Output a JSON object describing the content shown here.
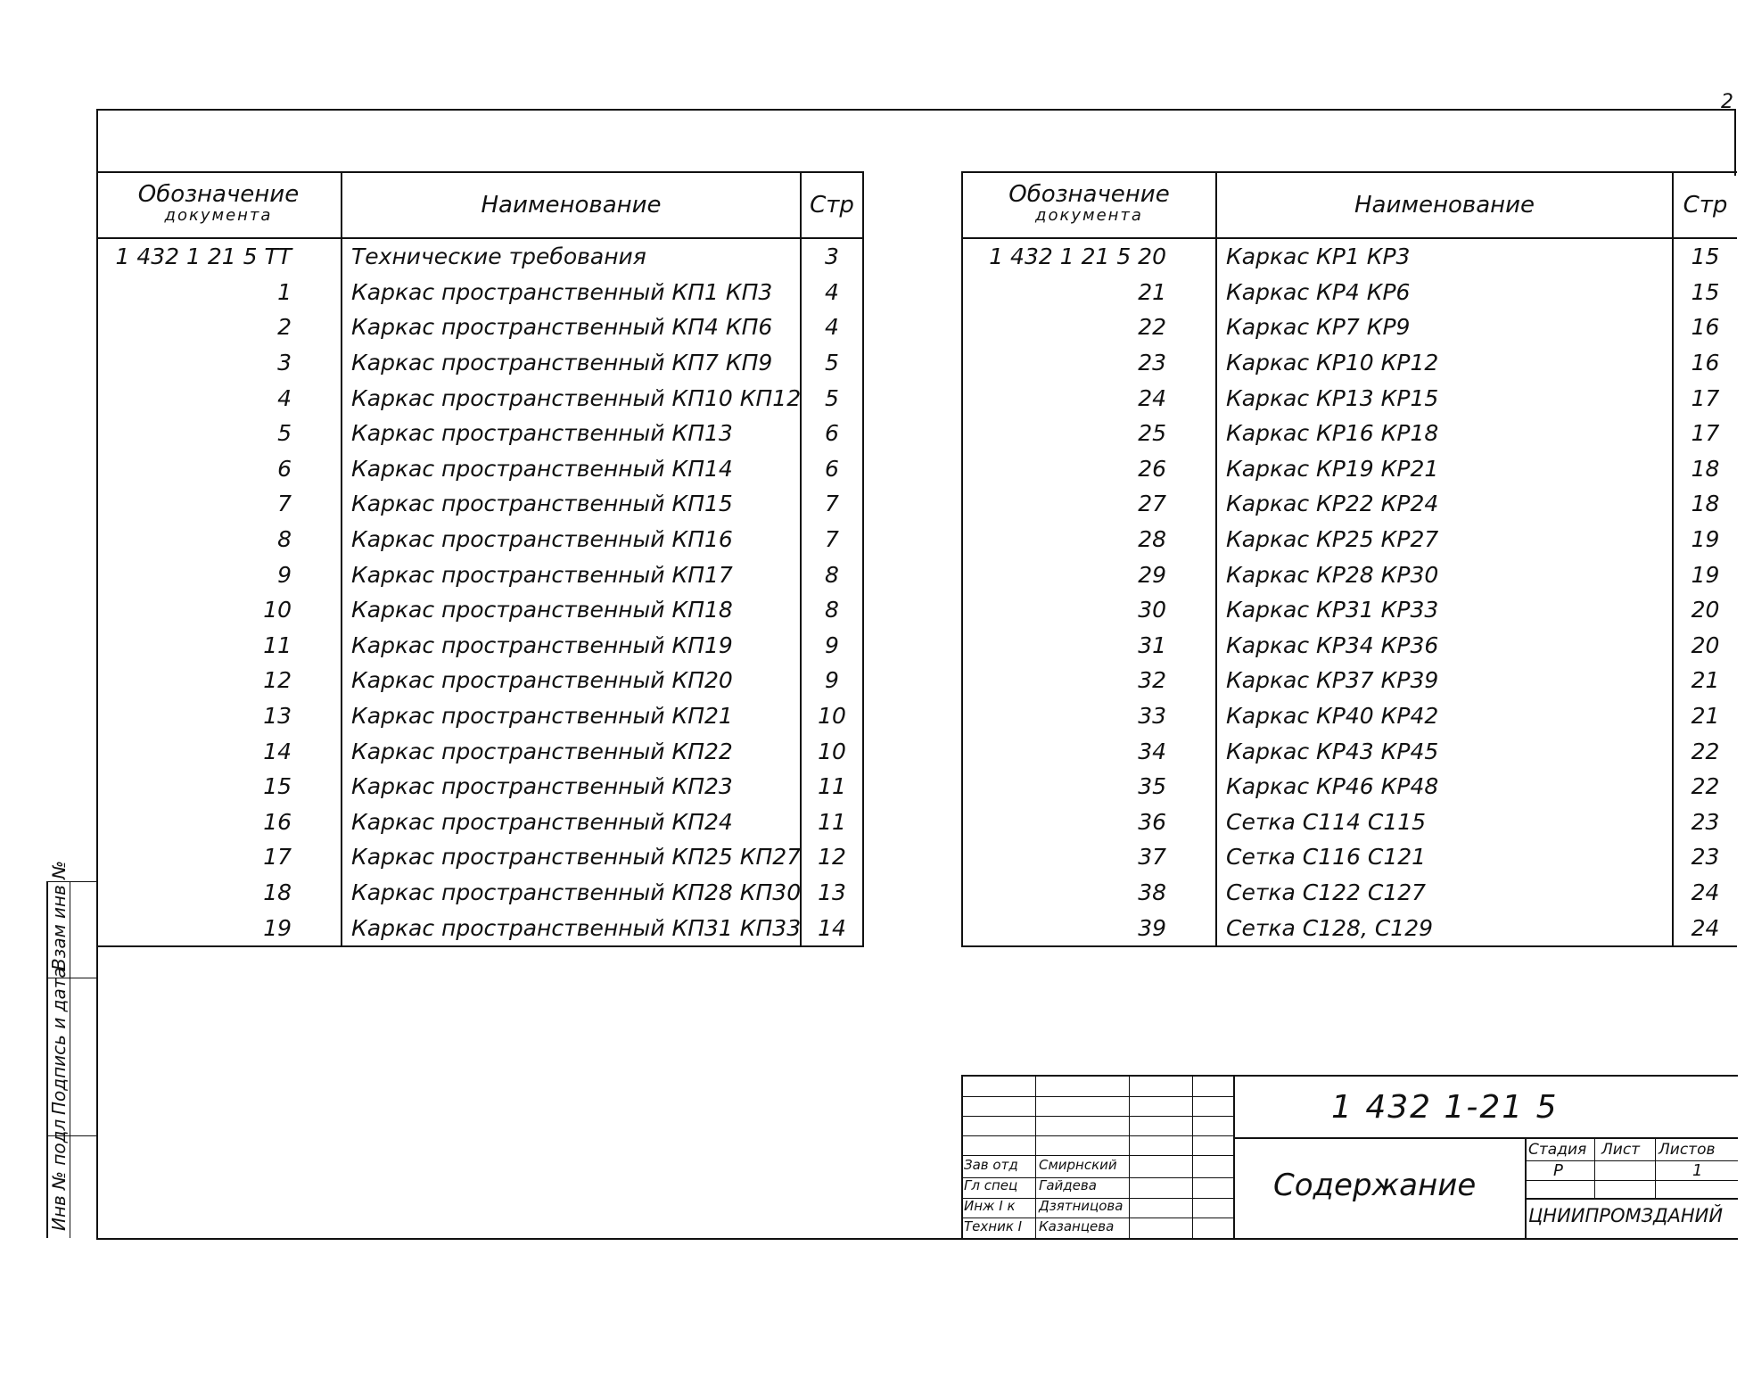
{
  "page_number": "2",
  "left_table": {
    "headers": {
      "designation_line1": "Обозначение",
      "designation_line2": "документа",
      "name": "Наименование",
      "page": "Стр"
    },
    "rows": [
      {
        "doc": "1 432 1  21 5  ТТ",
        "name": "Технические требования",
        "page": "3"
      },
      {
        "doc": "1",
        "name": "Каркас пространственный КП1      КП3",
        "page": "4"
      },
      {
        "doc": "2",
        "name": "Каркас пространственный КП4      КП6",
        "page": "4"
      },
      {
        "doc": "3",
        "name": "Каркас пространственный КП7      КП9",
        "page": "5"
      },
      {
        "doc": "4",
        "name": "Каркас пространственный КП10     КП12",
        "page": "5"
      },
      {
        "doc": "5",
        "name": "Каркас пространственный КП13",
        "page": "6"
      },
      {
        "doc": "6",
        "name": "Каркас пространственный КП14",
        "page": "6"
      },
      {
        "doc": "7",
        "name": "Каркас пространственный КП15",
        "page": "7"
      },
      {
        "doc": "8",
        "name": "Каркас пространственный КП16",
        "page": "7"
      },
      {
        "doc": "9",
        "name": "Каркас пространственный КП17",
        "page": "8"
      },
      {
        "doc": "10",
        "name": "Каркас пространственный КП18",
        "page": "8"
      },
      {
        "doc": "11",
        "name": "Каркас пространственный КП19",
        "page": "9"
      },
      {
        "doc": "12",
        "name": "Каркас пространственный КП20",
        "page": "9"
      },
      {
        "doc": "13",
        "name": "Каркас пространственный КП21",
        "page": "10"
      },
      {
        "doc": "14",
        "name": "Каркас пространственный КП22",
        "page": "10"
      },
      {
        "doc": "15",
        "name": "Каркас пространственный КП23",
        "page": "11"
      },
      {
        "doc": "16",
        "name": "Каркас пространственный КП24",
        "page": "11"
      },
      {
        "doc": "17",
        "name": "Каркас пространственный КП25     КП27",
        "page": "12"
      },
      {
        "doc": "18",
        "name": "Каркас пространственный КП28     КП30",
        "page": "13"
      },
      {
        "doc": "19",
        "name": "Каркас пространственный КП31     КП33",
        "page": "14"
      }
    ]
  },
  "right_table": {
    "headers": {
      "designation_line1": "Обозначение",
      "designation_line2": "документа",
      "name": "Наименование",
      "page": "Стр"
    },
    "rows": [
      {
        "doc": "1 432 1  21 5  20",
        "name": "Каркас КР1     КР3",
        "page": "15"
      },
      {
        "doc": "21",
        "name": "Каркас КР4     КР6",
        "page": "15"
      },
      {
        "doc": "22",
        "name": "Каркас КР7     КР9",
        "page": "16"
      },
      {
        "doc": "23",
        "name": "Каркас КР10    КР12",
        "page": "16"
      },
      {
        "doc": "24",
        "name": "Каркас КР13    КР15",
        "page": "17"
      },
      {
        "doc": "25",
        "name": "Каркас КР16    КР18",
        "page": "17"
      },
      {
        "doc": "26",
        "name": "Каркас КР19    КР21",
        "page": "18"
      },
      {
        "doc": "27",
        "name": "Каркас КР22    КР24",
        "page": "18"
      },
      {
        "doc": "28",
        "name": "Каркас КР25    КР27",
        "page": "19"
      },
      {
        "doc": "29",
        "name": "Каркас КР28    КР30",
        "page": "19"
      },
      {
        "doc": "30",
        "name": "Каркас КР31    КР33",
        "page": "20"
      },
      {
        "doc": "31",
        "name": "Каркас КР34    КР36",
        "page": "20"
      },
      {
        "doc": "32",
        "name": "Каркас КР37    КР39",
        "page": "21"
      },
      {
        "doc": "33",
        "name": "Каркас КР40    КР42",
        "page": "21"
      },
      {
        "doc": "34",
        "name": "Каркас КР43    КР45",
        "page": "22"
      },
      {
        "doc": "35",
        "name": "Каркас КР46    КР48",
        "page": "22"
      },
      {
        "doc": "36",
        "name": "Сетка С114 С115",
        "page": "23"
      },
      {
        "doc": "37",
        "name": "Сетка С116    С121",
        "page": "23"
      },
      {
        "doc": "38",
        "name": "Сетка С122    С127",
        "page": "24"
      },
      {
        "doc": "39",
        "name": "Сетка С128, С129",
        "page": "24"
      }
    ]
  },
  "title_block": {
    "doc_number": "1 432 1-21 5",
    "title": "Содержание",
    "stage_label": "Стадия",
    "sheet_label": "Лист",
    "sheets_label": "Листов",
    "stage_value": "Р",
    "sheets_value": "1",
    "organization": "ЦНИИПРОМЗДАНИЙ",
    "signers": [
      {
        "role": "Зав отд",
        "name": "Смирнский"
      },
      {
        "role": "Гл спец",
        "name": "Гайдева"
      },
      {
        "role": "Инж I к",
        "name": "Дзятницова"
      },
      {
        "role": "Техник I",
        "name": "Казанцева"
      }
    ]
  },
  "side_stamp": {
    "inv_no_original": "Инв № подл",
    "signature_date": "Подпись и дата",
    "inv_no_duplicate": "Взам инв №"
  }
}
